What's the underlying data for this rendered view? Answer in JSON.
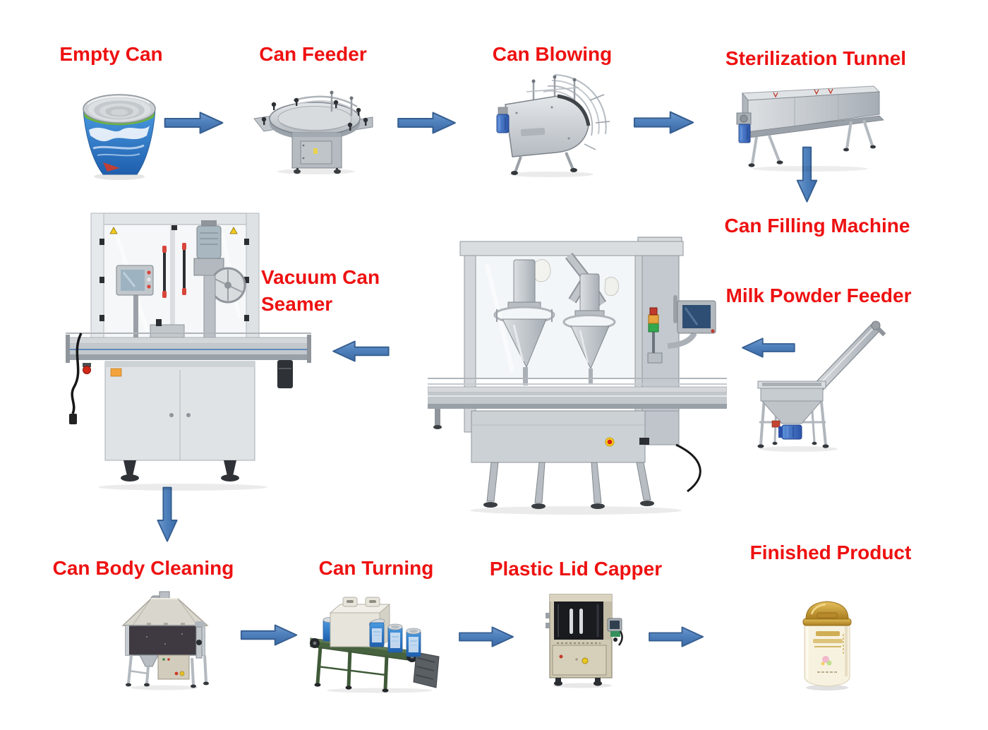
{
  "colors": {
    "background": "#ffffff",
    "label": "#ee1111",
    "arrow_fill": "#4f81bd",
    "arrow_border": "#365f91"
  },
  "nodes": {
    "empty_can": {
      "label": "Empty Can"
    },
    "can_feeder": {
      "label": "Can Feeder"
    },
    "can_blowing": {
      "label": "Can Blowing"
    },
    "sterilization_tunnel": {
      "label": "Sterilization Tunnel"
    },
    "can_filling_machine": {
      "label": "Can Filling Machine"
    },
    "milk_powder_feeder": {
      "label": "Milk Powder Feeder"
    },
    "vacuum_can_seamer": {
      "label": "Vacuum Can Seamer"
    },
    "can_body_cleaning": {
      "label": "Can Body Cleaning"
    },
    "can_turning": {
      "label": "Can Turning"
    },
    "plastic_lid_capper": {
      "label": "Plastic Lid Capper"
    },
    "finished_product": {
      "label": "Finished Product"
    }
  },
  "flow": [
    {
      "from": "empty_can",
      "to": "can_feeder",
      "arrow": "right"
    },
    {
      "from": "can_feeder",
      "to": "can_blowing",
      "arrow": "right"
    },
    {
      "from": "can_blowing",
      "to": "sterilization_tunnel",
      "arrow": "right"
    },
    {
      "from": "sterilization_tunnel",
      "to": "can_filling_machine",
      "arrow": "down"
    },
    {
      "from": "milk_powder_feeder",
      "to": "can_filling_machine",
      "arrow": "left"
    },
    {
      "from": "can_filling_machine",
      "to": "vacuum_can_seamer",
      "arrow": "left"
    },
    {
      "from": "vacuum_can_seamer",
      "to": "can_body_cleaning",
      "arrow": "down"
    },
    {
      "from": "can_body_cleaning",
      "to": "can_turning",
      "arrow": "right"
    },
    {
      "from": "can_turning",
      "to": "plastic_lid_capper",
      "arrow": "right"
    },
    {
      "from": "plastic_lid_capper",
      "to": "finished_product",
      "arrow": "right"
    }
  ]
}
